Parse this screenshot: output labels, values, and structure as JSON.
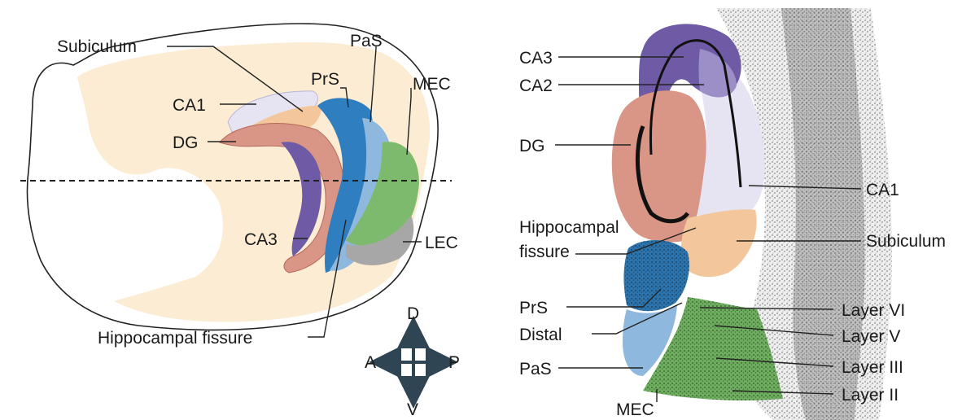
{
  "left_panel": {
    "labels": {
      "subiculum": "Subiculum",
      "pas": "PaS",
      "prs": "PrS",
      "mec": "MEC",
      "ca1": "CA1",
      "dg": "DG",
      "ca3": "CA3",
      "lec": "LEC",
      "hippocampal_fissure": "Hippocampal fissure"
    },
    "compass": {
      "d": "D",
      "v": "V",
      "a": "A",
      "p": "P"
    }
  },
  "right_panel": {
    "labels": {
      "ca3": "CA3",
      "ca2": "CA2",
      "dg": "DG",
      "ca1": "CA1",
      "hippocampal_fissure_line1": "Hippocampal",
      "hippocampal_fissure_line2": "fissure",
      "subiculum": "Subiculum",
      "prs": "PrS",
      "distal": "Distal",
      "pas": "PaS",
      "mec": "MEC",
      "layer_vi": "Layer VI",
      "layer_v": "Layer V",
      "layer_iii": "Layer III",
      "layer_ii": "Layer II"
    }
  },
  "colors": {
    "brain": "#fbecd3",
    "ca1": "#e6e4f2",
    "dg": "#d99585",
    "ca3": "#6f5aa6",
    "subiculum": "#f3c79b",
    "prs": "#2f7fc0",
    "pas": "#8fb8de",
    "mec": "#7dba6e",
    "lec": "#a7a7a7"
  }
}
